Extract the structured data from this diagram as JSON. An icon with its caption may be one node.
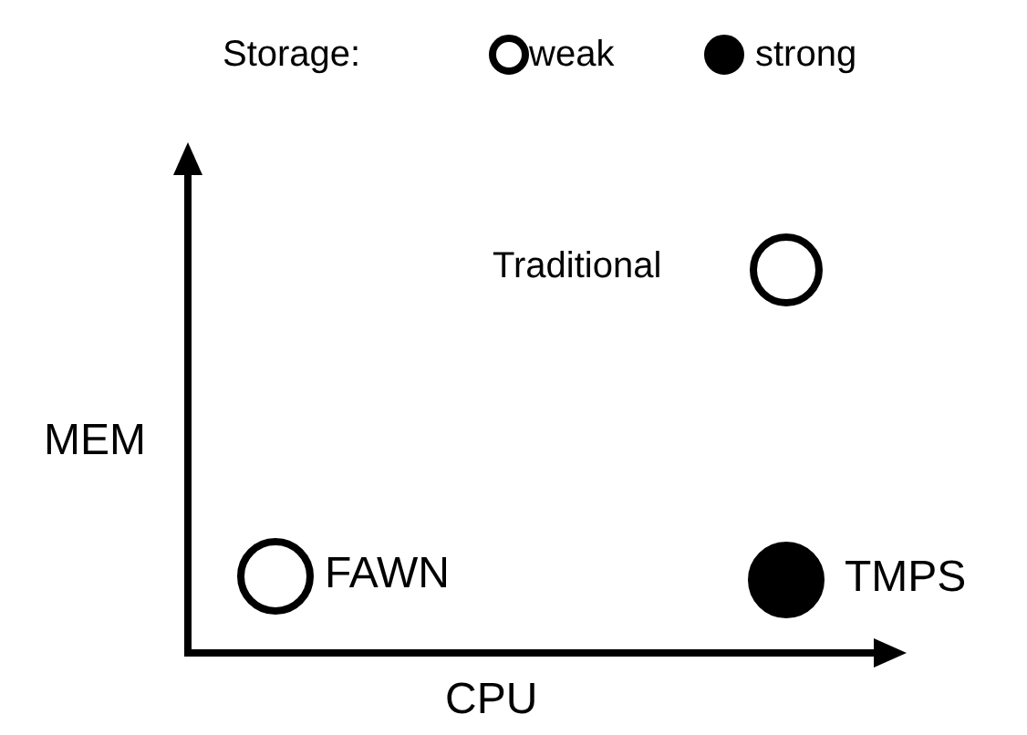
{
  "diagram": {
    "nodes": [
      {
        "text": [],
        "shape": "circle",
        "beside": [
          "Traditional"
        ]
      },
      {
        "text": [],
        "shape": "circle",
        "beside": [
          "FAWN"
        ]
      },
      {
        "text": [],
        "shape": "dot",
        "beside": [
          "TMPS"
        ]
      }
    ],
    "labels": [
      "Storage:",
      "MEM",
      "CPU"
    ],
    "legend": [
      {
        "text": "weak",
        "color": "#ffffff"
      },
      {
        "text": "strong",
        "color": "#000000"
      }
    ]
  }
}
